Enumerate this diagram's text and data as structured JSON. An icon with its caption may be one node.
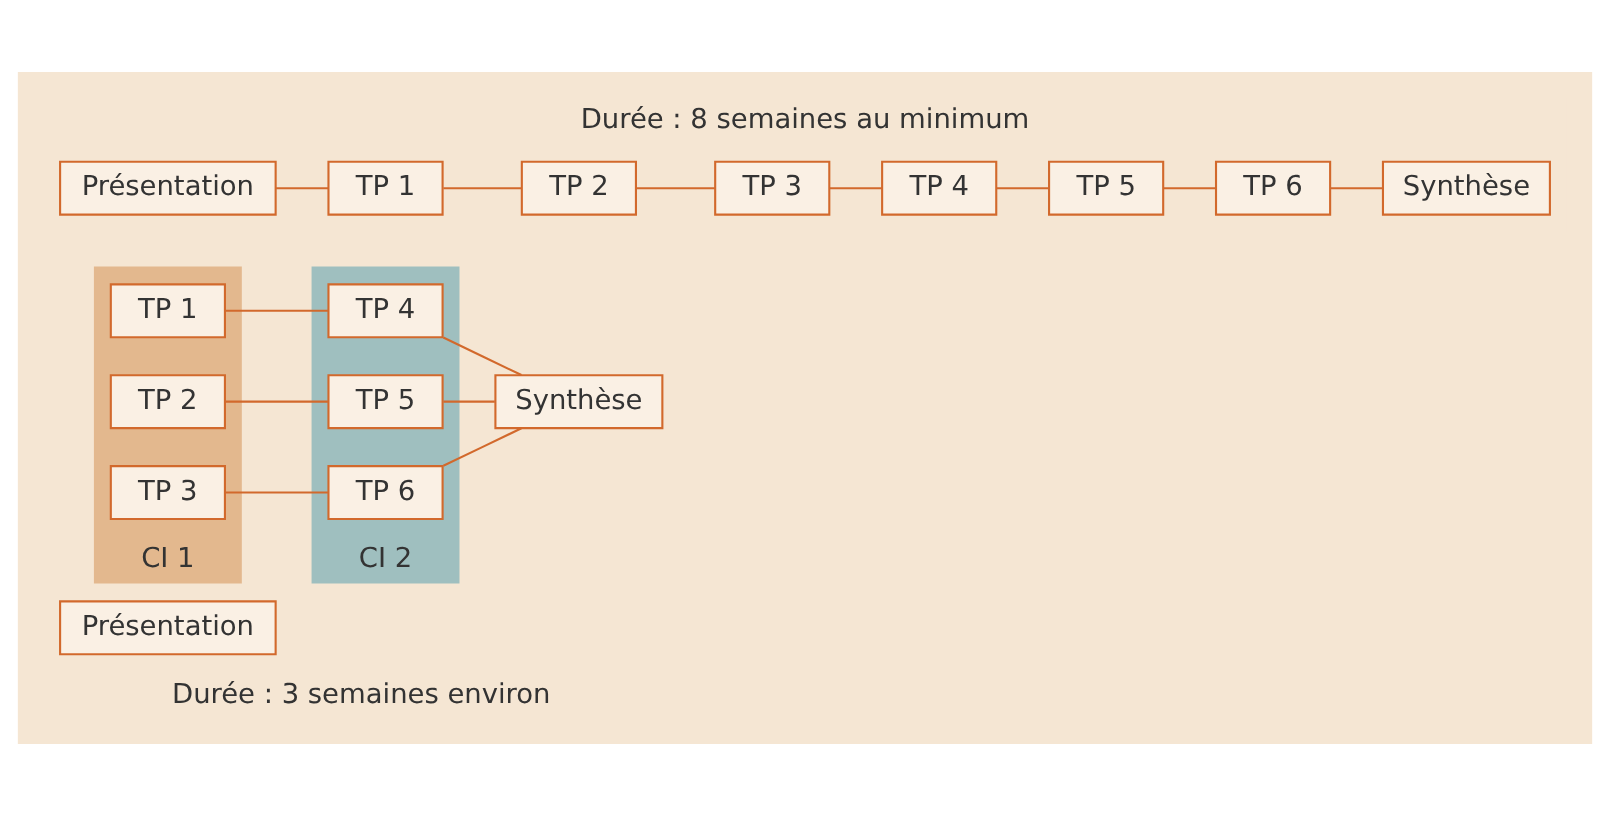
{
  "diagram": {
    "nodes": [
      {
        "text": [
          "Présentation"
        ]
      },
      {
        "text": [
          "TP 1"
        ]
      },
      {
        "text": [
          "TP 2"
        ]
      },
      {
        "text": [
          "TP 3"
        ]
      },
      {
        "text": [
          "TP 4"
        ]
      },
      {
        "text": [
          "TP 5"
        ]
      },
      {
        "text": [
          "TP 6"
        ]
      },
      {
        "text": [
          "Synthèse"
        ]
      },
      {
        "text": [
          "Présentation"
        ]
      },
      {
        "text": [
          "CI 1"
        ]
      },
      {
        "text": [
          "TP 1"
        ],
        "in": 9
      },
      {
        "text": [
          "TP 2"
        ],
        "in": 9
      },
      {
        "text": [
          "TP 3"
        ],
        "in": 9
      },
      {
        "text": [
          "CI 2"
        ]
      },
      {
        "text": [
          "TP 4"
        ],
        "in": 13
      },
      {
        "text": [
          "TP 5"
        ],
        "in": 13
      },
      {
        "text": [
          "TP 6"
        ],
        "in": 13
      },
      {
        "text": [
          "Synthèse"
        ]
      }
    ],
    "edges": [
      {
        "from": 0,
        "to": 1,
        "arrow": "none"
      },
      {
        "from": 1,
        "to": 2,
        "arrow": "none"
      },
      {
        "from": 2,
        "to": 3,
        "arrow": "none"
      },
      {
        "from": 3,
        "to": 4,
        "arrow": "none"
      },
      {
        "from": 4,
        "to": 5,
        "arrow": "none"
      },
      {
        "from": 5,
        "to": 6,
        "arrow": "none"
      },
      {
        "from": 6,
        "to": 7,
        "arrow": "none"
      },
      {
        "from": 10,
        "to": 14,
        "arrow": "none"
      },
      {
        "from": 11,
        "to": 15,
        "arrow": "none"
      },
      {
        "from": 12,
        "to": 16,
        "arrow": "none"
      },
      {
        "from": 14,
        "to": 17,
        "arrow": "none"
      },
      {
        "from": 15,
        "to": 17,
        "arrow": "none"
      },
      {
        "from": 16,
        "to": 17,
        "arrow": "none"
      }
    ],
    "labels": [
      "Durée : 8 semaines au minimum",
      "Durée : 3 semaines environ"
    ]
  }
}
